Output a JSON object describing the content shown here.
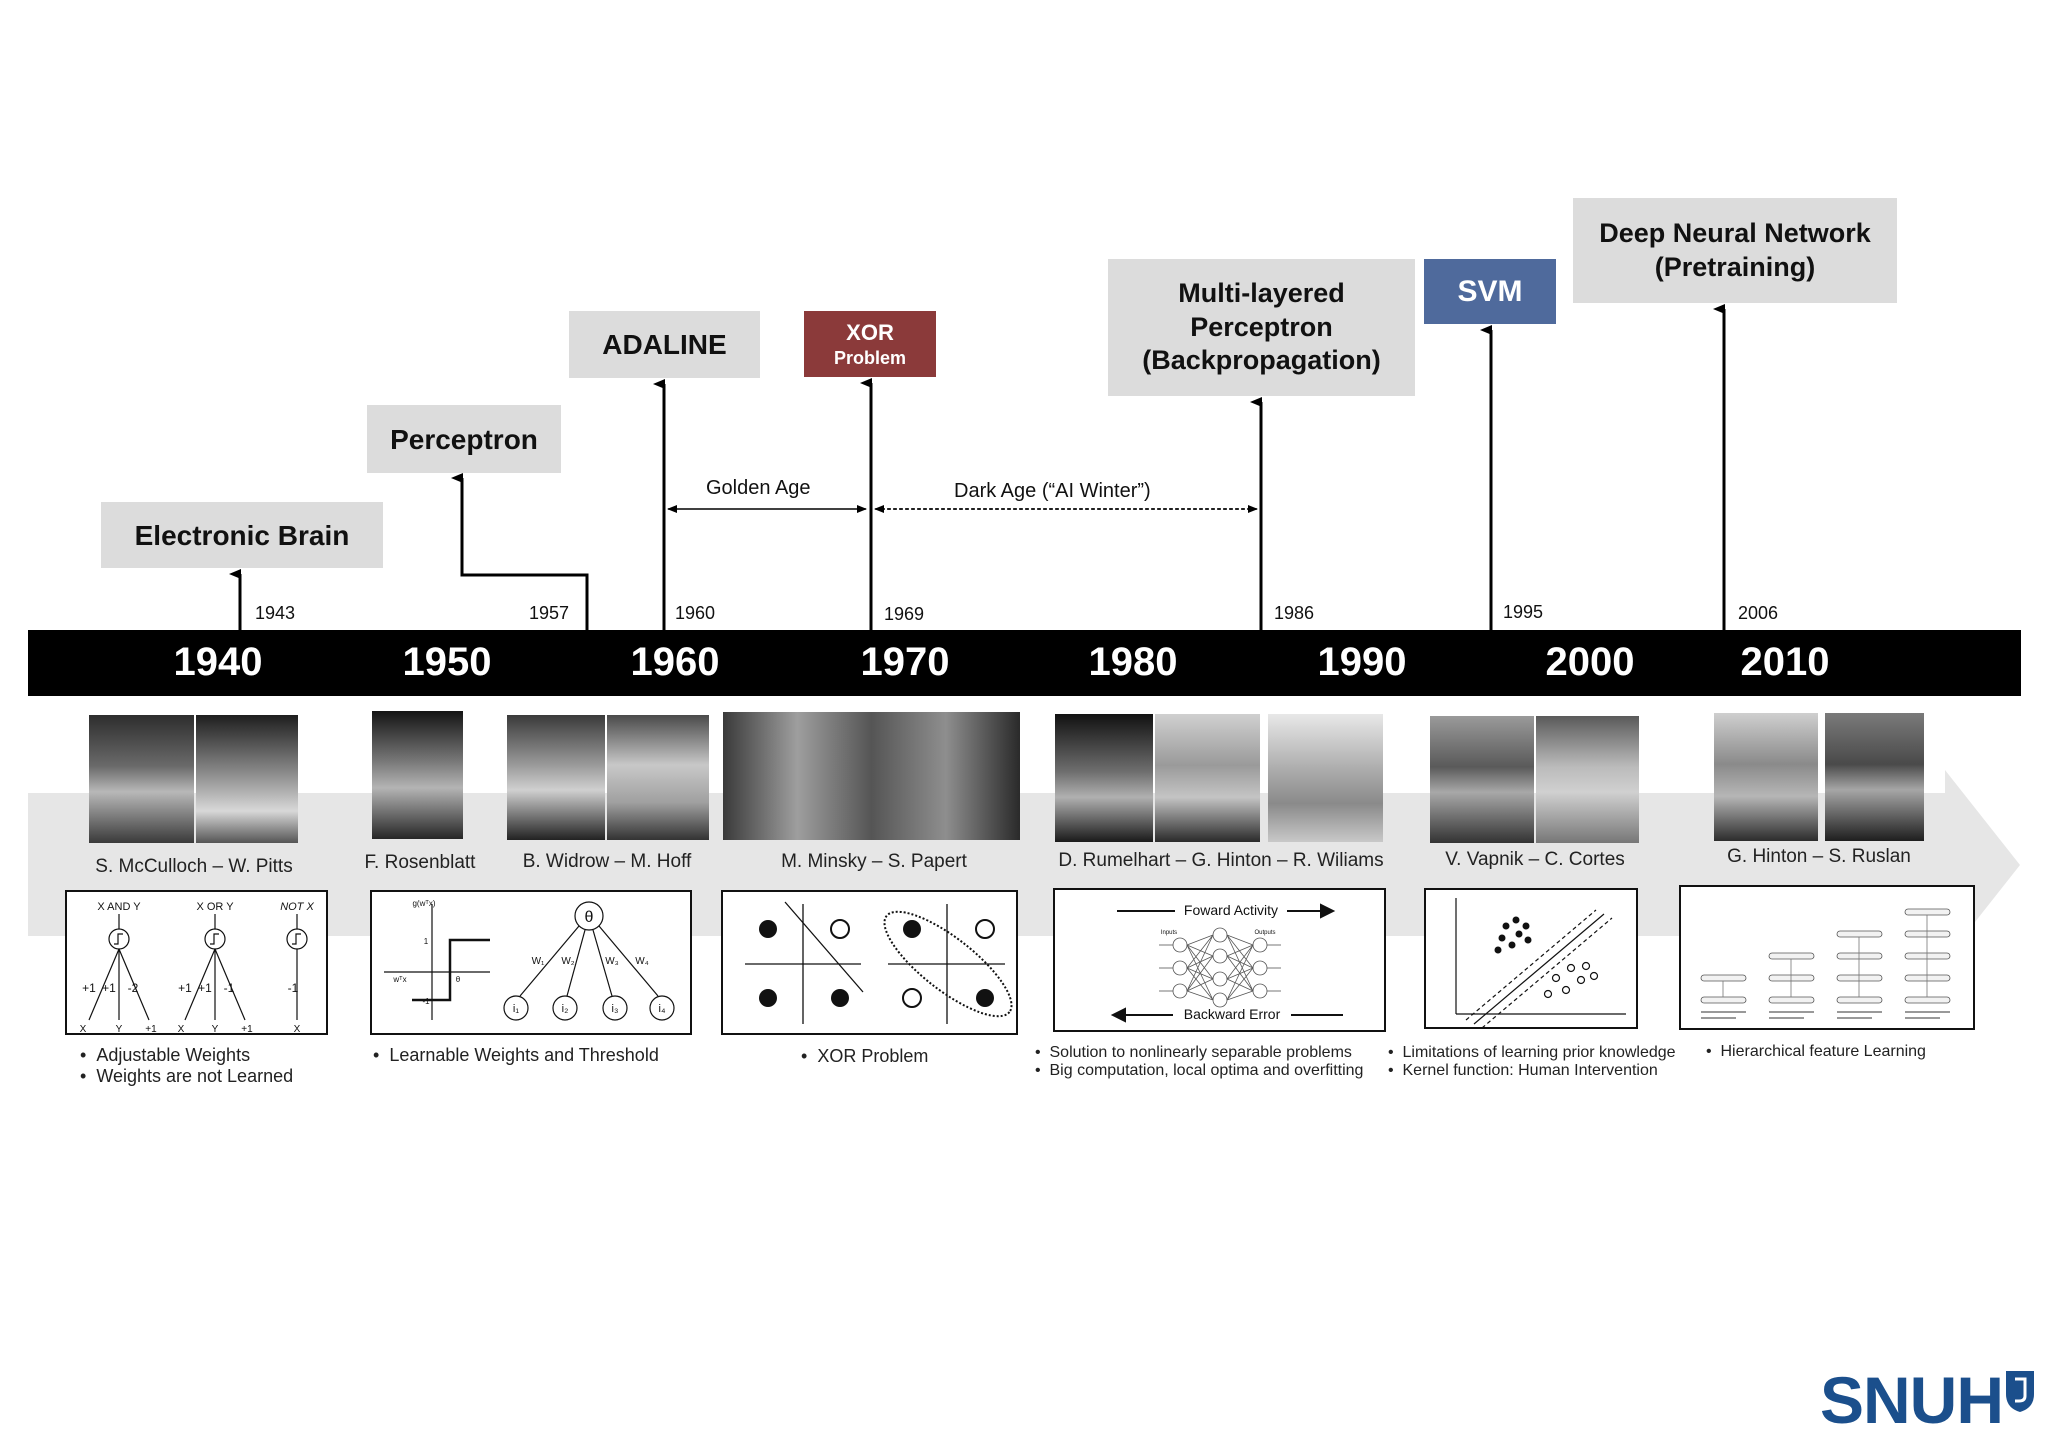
{
  "milestones": [
    {
      "label": "Electronic Brain",
      "year": "1943"
    },
    {
      "label": "Perceptron",
      "year": "1957"
    },
    {
      "label": "ADALINE",
      "year": "1960"
    },
    {
      "label_line1": "XOR",
      "label_line2": "Problem",
      "year": "1969"
    },
    {
      "label_line1": "Multi-layered",
      "label_line2": "Perceptron",
      "label_line3": "(Backpropagation)",
      "year": "1986"
    },
    {
      "label": "SVM",
      "year": "1995"
    },
    {
      "label_line1": "Deep Neural Network",
      "label_line2": "(Pretraining)",
      "year": "2006"
    }
  ],
  "eras": {
    "golden": "Golden Age",
    "dark": "Dark Age (“AI Winter”)"
  },
  "decades": [
    "1940",
    "1950",
    "1960",
    "1970",
    "1980",
    "1990",
    "2000",
    "2010"
  ],
  "people": [
    "S. McCulloch – W. Pitts",
    "F. Rosenblatt",
    "B. Widrow – M. Hoff",
    "M. Minsky – S. Papert",
    "D. Rumelhart – G. Hinton – R. Wiliams",
    "V. Vapnik – C. Cortes",
    "G. Hinton – S. Ruslan"
  ],
  "illustrations": {
    "logic": {
      "and": "X AND Y",
      "or": "X OR Y",
      "not": "NOT X",
      "x": "X",
      "y": "Y",
      "p1": "+1",
      "m2": "-2",
      "m1": "-1"
    },
    "perceptron": {
      "theta": "θ",
      "w1": "W₁",
      "w2": "W₂",
      "w3": "W₃",
      "w4": "W₄",
      "i1": "i₁",
      "i2": "i₂",
      "i3": "i₃",
      "i4": "i₄",
      "gx": "g(wᵀx)",
      "axis_w": "wᵀx",
      "axis_t": "θ",
      "one": "1",
      "neg1": "-1"
    },
    "backprop": {
      "forward": "Foward Activity",
      "backward": "Backward Error",
      "inputs": "Inputs",
      "outputs": "Outputs"
    }
  },
  "bullets": [
    [
      "Adjustable Weights",
      "Weights are not Learned"
    ],
    [
      "Learnable Weights  and Threshold"
    ],
    [
      "XOR Problem"
    ],
    [
      "Solution to nonlinearly separable problems",
      "Big computation, local optima and overfitting"
    ],
    [
      "Limitations of learning prior knowledge",
      "Kernel function: Human Intervention"
    ],
    [
      "Hierarchical feature Learning"
    ]
  ],
  "logo": "SNUH",
  "colors": {
    "box_gray": "#dcdcdc",
    "xor_red": "#8b3a3a",
    "svm_blue": "#4f6a9c",
    "bar": "#000000",
    "band": "#e6e6e6",
    "logo_blue": "#1b4f8c"
  }
}
